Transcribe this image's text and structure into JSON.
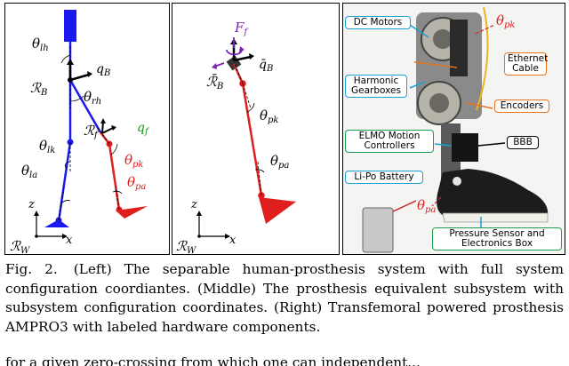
{
  "left_panel": {
    "labels": {
      "theta_lh": "θ",
      "theta_lh_sub": "lh",
      "q_B": "q",
      "q_B_sub": "B",
      "R_B": "ℛ",
      "R_B_sub": "B",
      "theta_rh": "θ",
      "theta_rh_sub": "rh",
      "R_f": "ℛ",
      "R_f_sub": "f",
      "q_f": "q",
      "q_f_sub": "f",
      "theta_lk": "θ",
      "theta_lk_sub": "lk",
      "theta_pk": "θ",
      "theta_pk_sub": "pk",
      "theta_la": "θ",
      "theta_la_sub": "la",
      "theta_pa": "θ",
      "theta_pa_sub": "pa",
      "axis_z": "z",
      "axis_x": "x",
      "R_W": "ℛ",
      "R_W_sub": "W"
    }
  },
  "middle_panel": {
    "labels": {
      "F_f": "F",
      "F_f_sub": "f",
      "q_B_bar": "q̄",
      "q_B_bar_sub": "B",
      "R_B_bar": "ℛ̄",
      "R_B_bar_sub": "B",
      "theta_pk": "θ",
      "theta_pk_sub": "pk",
      "theta_pa": "θ",
      "theta_pa_sub": "pa",
      "axis_z": "z",
      "axis_x": "x",
      "R_W": "ℛ",
      "R_W_sub": "W"
    }
  },
  "right_panel": {
    "labels": {
      "dc_motors": "DC Motors",
      "theta_pk": "θ",
      "theta_pk_sub": "pk",
      "ethernet_cable": "Ethernet\nCable",
      "harmonic_gearboxes": "Harmonic\nGearboxes",
      "encoders": "Encoders",
      "elmo_controllers": "ELMO Motion\nControllers",
      "bbb": "BBB",
      "lipo_battery": "Li-Po Battery",
      "theta_pa": "θ",
      "theta_pa_sub": "pa",
      "pressure_sensor": "Pressure Sensor and\nElectronics Box"
    },
    "colors": {
      "box_border": "#1aa0d8",
      "orange_border": "#e8731e",
      "theta_color": "#e02020"
    }
  },
  "caption": {
    "fig_label": "Fig. 2.",
    "text": "(Left) The separable human-prosthesis system with full system configuration coordiantes. (Middle) The prosthesis equivalent subsystem with subsystem configuration coordinates. (Right) Transfemoral powered prosthesis AMPRO3 with labeled hardware components."
  },
  "trailing_text": "for a given zero-crossing from which one can independent...",
  "colors": {
    "human_leg": "#1a1aee",
    "prosthesis_leg": "#e01e1e",
    "green_label": "#1a9a1a",
    "purple_force": "#7a22b0"
  }
}
